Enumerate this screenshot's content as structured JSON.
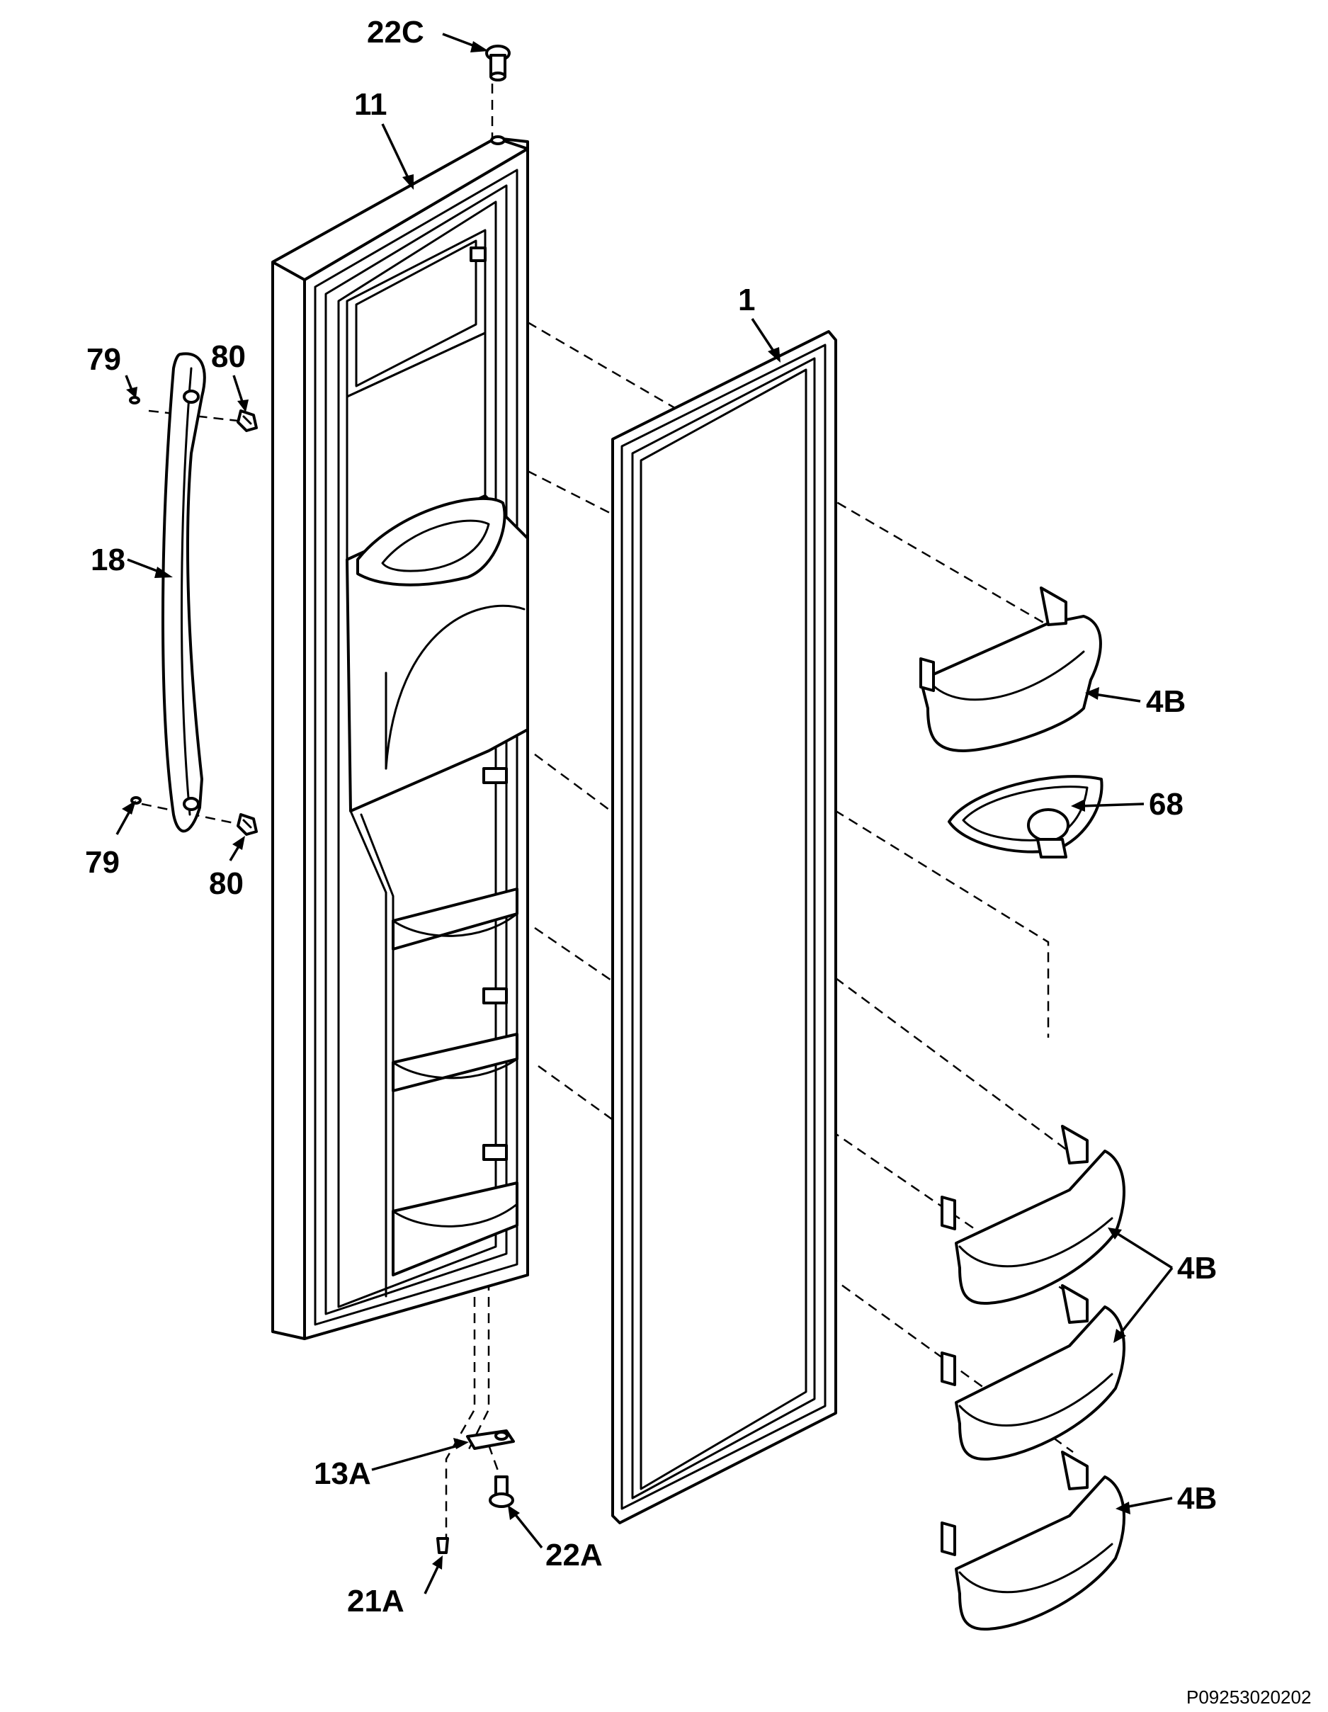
{
  "diagram": {
    "image_code": "P09253020202",
    "labels": {
      "p22c": "22C",
      "p11": "11",
      "p1": "1",
      "p79_top": "79",
      "p80_top": "80",
      "p18": "18",
      "p4b_top": "4B",
      "p68": "68",
      "p79_bottom": "79",
      "p80_bottom": "80",
      "p4b_group": "4B",
      "p13a": "13A",
      "p22a": "22A",
      "p4b_bottom": "4B",
      "p21a": "21A"
    }
  }
}
